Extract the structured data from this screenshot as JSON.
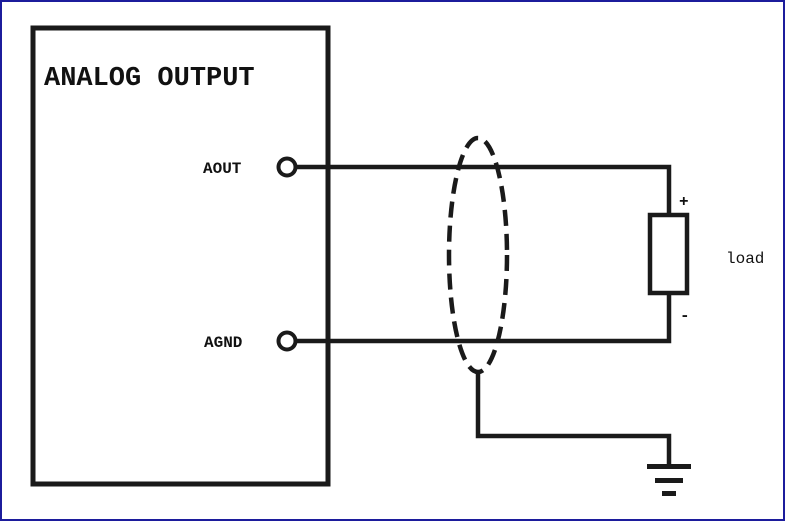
{
  "diagram": {
    "block_title": "ANALOG OUTPUT",
    "terminals": [
      {
        "label": "AOUT"
      },
      {
        "label": "AGND"
      }
    ],
    "load_label": "load",
    "plus_sign": "+",
    "minus_sign": "-"
  },
  "colors": {
    "border": "#1c1c9c",
    "ink": "#1a1a1a"
  }
}
